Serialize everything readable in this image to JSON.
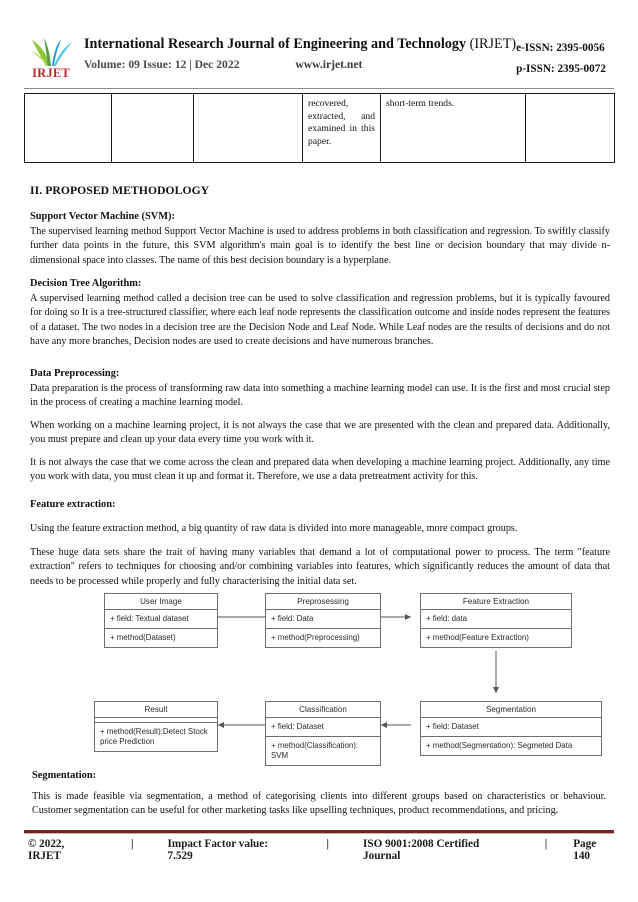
{
  "header": {
    "logo_text": "IRJET",
    "journal_title": "International Research Journal of Engineering and Technology",
    "journal_abbr": "(IRJET)",
    "volume_line": "Volume: 09 Issue: 12 | Dec 2022",
    "website": "www.irjet.net",
    "e_issn": "e-ISSN: 2395-0056",
    "p_issn": "p-ISSN: 2395-0072"
  },
  "top_table": {
    "columns": 6,
    "rows": [
      [
        "",
        "",
        "",
        "recovered, extracted, and examined in this paper.",
        "short-term trends.",
        ""
      ]
    ]
  },
  "sections": {
    "methodology_title": "II. PROPOSED METHODOLOGY",
    "svm_head": "Support Vector Machine (SVM):",
    "svm_body": "The supervised learning method Support Vector Machine is used to address problems in both classification and regression. To swiftly classify further data points in the future, this SVM algorithm's main goal is to identify the best line or decision boundary that may divide n-dimensional space into classes. The name of this best decision boundary is a hyperplane.",
    "dtree_head": "Decision Tree Algorithm:",
    "dtree_body": "A supervised learning method called a decision tree can be used to solve classification and regression problems, but it is typically favoured for doing so It is a tree-structured classifier, where each leaf node represents the classification outcome and inside nodes represent the features of a dataset. The two nodes in a decision tree are the Decision Node and Leaf Node. While Leaf nodes are the results of decisions and do not have any more branches, Decision nodes are used to create decisions and have numerous branches.",
    "preproc_head": "Data Preprocessing:",
    "preproc_p1": "Data preparation is the process of transforming raw data into something a machine learning model can use. It is the first and most crucial step in the process of creating a machine learning model.",
    "preproc_p2": "When working on a machine learning project, it is not always the case that we are presented with the clean and prepared data. Additionally, you must prepare and clean up your data every time you work with it.",
    "preproc_p3": "It is not always the case that we come across the clean and prepared data when developing a machine learning project. Additionally, any time you work with data, you must clean it up and format it. Therefore, we use a data pretreatment activity for this.",
    "feature_head": "Feature extraction:",
    "feature_p1": "Using the feature extraction method, a big quantity of raw data is divided into more manageable, more compact groups.",
    "feature_p2": "These huge data sets share the trait of having many variables that demand a lot of computational power to process. The term \"feature extraction\" refers to techniques for choosing and/or combining variables into features, which significantly reduces the amount of data that needs to be processed while properly and fully characterising the initial data set.",
    "segmentation_head": "Segmentation:",
    "segmentation_body": "This is made feasible via segmentation, a method of categorising clients into different groups based on characteristics or behaviour. Customer segmentation can be useful for other marketing tasks like upselling techniques, product recommendations, and pricing."
  },
  "diagram": {
    "boxes": [
      {
        "id": "user-image",
        "title": "User Image",
        "field": "+ field: Textual dataset",
        "method": "+ method(Dataset)"
      },
      {
        "id": "preprosessing",
        "title": "Preprosessing",
        "field": "+ field: Data",
        "method": "+ method(Preprocessing)"
      },
      {
        "id": "feature-extraction",
        "title": "Feature Extraction",
        "field": "+ field: data",
        "method": "+ method(Feature Extraction)"
      },
      {
        "id": "segmentation",
        "title": "Segmentation",
        "field": "+ field: Dataset",
        "method": "+ method(Segmentation): Segmeted Data"
      },
      {
        "id": "classification",
        "title": "Classification",
        "field": "+ field: Dataset",
        "method": "+ method(Classification): SVM"
      },
      {
        "id": "result",
        "title": "Result",
        "field": "",
        "method": "+ method(Result):Detect Stock price Prediction"
      }
    ]
  },
  "footer": {
    "copyright": "© 2022, IRJET",
    "sep": "|",
    "impact": "Impact Factor value: 7.529",
    "iso": "ISO 9001:2008 Certified Journal",
    "page": "Page 140"
  },
  "colors": {
    "logo_red": "#c0272d",
    "footer_rule": "#7b1f22",
    "diagram_stroke": "#6e6e6e"
  }
}
